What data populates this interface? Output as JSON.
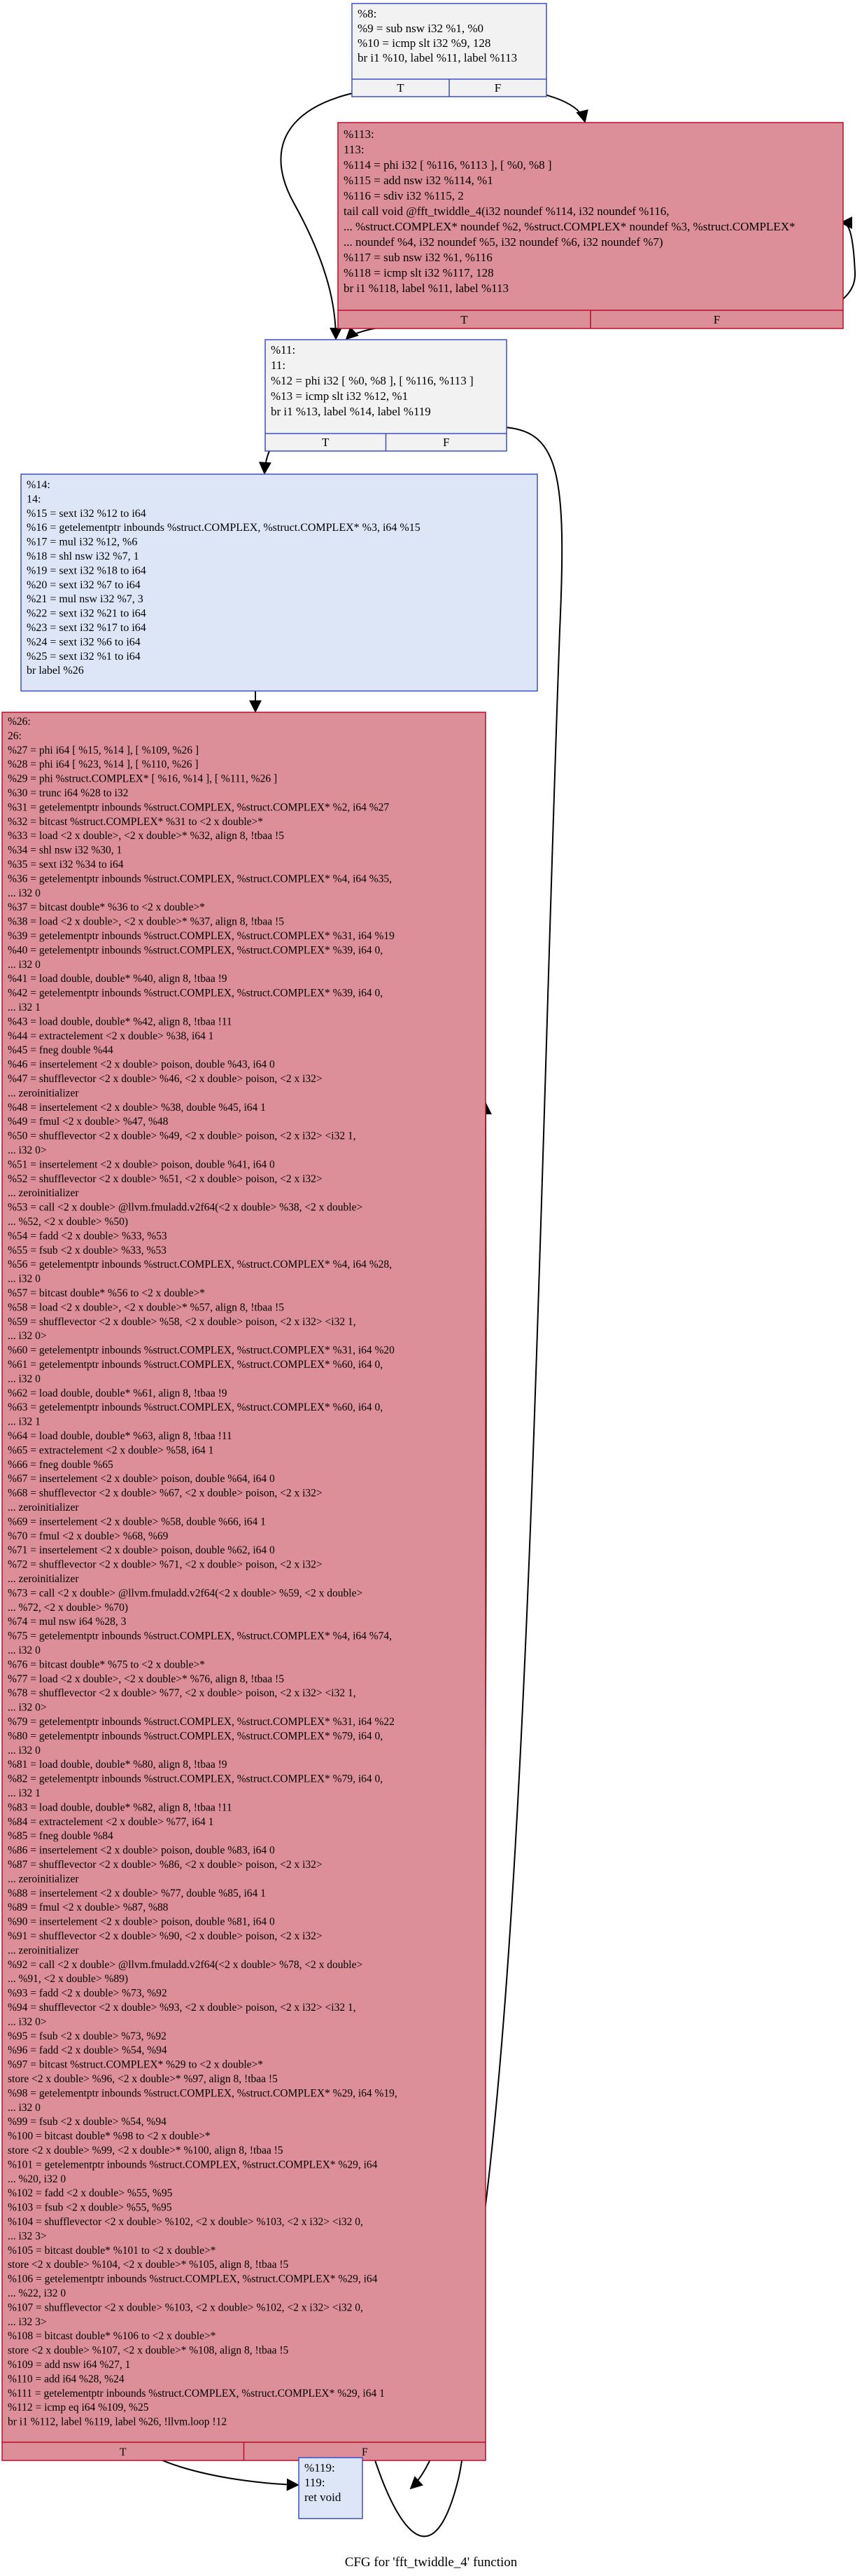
{
  "caption": "CFG for 'fft_twiddle_4' function",
  "colors": {
    "node_light": "#f2f2f2",
    "node_light_border": "#3d50c3",
    "node_blue": "#dde6f7",
    "node_blue_border": "#3d50c3",
    "node_red": "#dc8f99",
    "node_red_border": "#b70d28",
    "edge": "#000000"
  },
  "nodes": [
    {
      "id": "n8",
      "style": "light",
      "lines": [
        "%8:",
        "%9 = sub nsw i32 %1, %0",
        "%10 = icmp slt i32 %9, 128",
        "br i1 %10, label %11, label %113"
      ],
      "ports": [
        "T",
        "F"
      ]
    },
    {
      "id": "n113",
      "style": "red",
      "lines": [
        "%113:",
        "113:",
        "%114 = phi i32 [ %116, %113 ], [ %0, %8 ]",
        "%115 = add nsw i32 %114, %1",
        "%116 = sdiv i32 %115, 2",
        "tail call void @fft_twiddle_4(i32 noundef %114, i32 noundef %116,",
        "... %struct.COMPLEX* noundef %2, %struct.COMPLEX* noundef %3, %struct.COMPLEX*",
        "... noundef %4, i32 noundef %5, i32 noundef %6, i32 noundef %7)",
        "%117 = sub nsw i32 %1, %116",
        "%118 = icmp slt i32 %117, 128",
        "br i1 %118, label %11, label %113"
      ],
      "ports": [
        "T",
        "F"
      ]
    },
    {
      "id": "n11",
      "style": "light",
      "lines": [
        "%11:",
        "11:",
        "%12 = phi i32 [ %0, %8 ], [ %116, %113 ]",
        "%13 = icmp slt i32 %12, %1",
        "br i1 %13, label %14, label %119"
      ],
      "ports": [
        "T",
        "F"
      ]
    },
    {
      "id": "n14",
      "style": "blue",
      "lines": [
        "%14:",
        "14:",
        "%15 = sext i32 %12 to i64",
        "%16 = getelementptr inbounds %struct.COMPLEX, %struct.COMPLEX* %3, i64 %15",
        "%17 = mul i32 %12, %6",
        "%18 = shl nsw i32 %7, 1",
        "%19 = sext i32 %18 to i64",
        "%20 = sext i32 %7 to i64",
        "%21 = mul nsw i32 %7, 3",
        "%22 = sext i32 %21 to i64",
        "%23 = sext i32 %17 to i64",
        "%24 = sext i32 %6 to i64",
        "%25 = sext i32 %1 to i64",
        "br label %26"
      ],
      "ports": []
    },
    {
      "id": "n26",
      "style": "red",
      "lines": [
        "%26:",
        "26:",
        "%27 = phi i64 [ %15, %14 ], [ %109, %26 ]",
        "%28 = phi i64 [ %23, %14 ], [ %110, %26 ]",
        "%29 = phi %struct.COMPLEX* [ %16, %14 ], [ %111, %26 ]",
        "%30 = trunc i64 %28 to i32",
        "%31 = getelementptr inbounds %struct.COMPLEX, %struct.COMPLEX* %2, i64 %27",
        "%32 = bitcast %struct.COMPLEX* %31 to <2 x double>*",
        "%33 = load <2 x double>, <2 x double>* %32, align 8, !tbaa !5",
        "%34 = shl nsw i32 %30, 1",
        "%35 = sext i32 %34 to i64",
        "%36 = getelementptr inbounds %struct.COMPLEX, %struct.COMPLEX* %4, i64 %35,",
        "... i32 0",
        "%37 = bitcast double* %36 to <2 x double>*",
        "%38 = load <2 x double>, <2 x double>* %37, align 8, !tbaa !5",
        "%39 = getelementptr inbounds %struct.COMPLEX, %struct.COMPLEX* %31, i64 %19",
        "%40 = getelementptr inbounds %struct.COMPLEX, %struct.COMPLEX* %39, i64 0,",
        "... i32 0",
        "%41 = load double, double* %40, align 8, !tbaa !9",
        "%42 = getelementptr inbounds %struct.COMPLEX, %struct.COMPLEX* %39, i64 0,",
        "... i32 1",
        "%43 = load double, double* %42, align 8, !tbaa !11",
        "%44 = extractelement <2 x double> %38, i64 1",
        "%45 = fneg double %44",
        "%46 = insertelement <2 x double> poison, double %43, i64 0",
        "%47 = shufflevector <2 x double> %46, <2 x double> poison, <2 x i32>",
        "... zeroinitializer",
        "%48 = insertelement <2 x double> %38, double %45, i64 1",
        "%49 = fmul <2 x double> %47, %48",
        "%50 = shufflevector <2 x double> %49, <2 x double> poison, <2 x i32> <i32 1,",
        "... i32 0>",
        "%51 = insertelement <2 x double> poison, double %41, i64 0",
        "%52 = shufflevector <2 x double> %51, <2 x double> poison, <2 x i32>",
        "... zeroinitializer",
        "%53 = call <2 x double> @llvm.fmuladd.v2f64(<2 x double> %38, <2 x double>",
        "... %52, <2 x double> %50)",
        "%54 = fadd <2 x double> %33, %53",
        "%55 = fsub <2 x double> %33, %53",
        "%56 = getelementptr inbounds %struct.COMPLEX, %struct.COMPLEX* %4, i64 %28,",
        "... i32 0",
        "%57 = bitcast double* %56 to <2 x double>*",
        "%58 = load <2 x double>, <2 x double>* %57, align 8, !tbaa !5",
        "%59 = shufflevector <2 x double> %58, <2 x double> poison, <2 x i32> <i32 1,",
        "... i32 0>",
        "%60 = getelementptr inbounds %struct.COMPLEX, %struct.COMPLEX* %31, i64 %20",
        "%61 = getelementptr inbounds %struct.COMPLEX, %struct.COMPLEX* %60, i64 0,",
        "... i32 0",
        "%62 = load double, double* %61, align 8, !tbaa !9",
        "%63 = getelementptr inbounds %struct.COMPLEX, %struct.COMPLEX* %60, i64 0,",
        "... i32 1",
        "%64 = load double, double* %63, align 8, !tbaa !11",
        "%65 = extractelement <2 x double> %58, i64 1",
        "%66 = fneg double %65",
        "%67 = insertelement <2 x double> poison, double %64, i64 0",
        "%68 = shufflevector <2 x double> %67, <2 x double> poison, <2 x i32>",
        "... zeroinitializer",
        "%69 = insertelement <2 x double> %58, double %66, i64 1",
        "%70 = fmul <2 x double> %68, %69",
        "%71 = insertelement <2 x double> poison, double %62, i64 0",
        "%72 = shufflevector <2 x double> %71, <2 x double> poison, <2 x i32>",
        "... zeroinitializer",
        "%73 = call <2 x double> @llvm.fmuladd.v2f64(<2 x double> %59, <2 x double>",
        "... %72, <2 x double> %70)",
        "%74 = mul nsw i64 %28, 3",
        "%75 = getelementptr inbounds %struct.COMPLEX, %struct.COMPLEX* %4, i64 %74,",
        "... i32 0",
        "%76 = bitcast double* %75 to <2 x double>*",
        "%77 = load <2 x double>, <2 x double>* %76, align 8, !tbaa !5",
        "%78 = shufflevector <2 x double> %77, <2 x double> poison, <2 x i32> <i32 1,",
        "... i32 0>",
        "%79 = getelementptr inbounds %struct.COMPLEX, %struct.COMPLEX* %31, i64 %22",
        "%80 = getelementptr inbounds %struct.COMPLEX, %struct.COMPLEX* %79, i64 0,",
        "... i32 0",
        "%81 = load double, double* %80, align 8, !tbaa !9",
        "%82 = getelementptr inbounds %struct.COMPLEX, %struct.COMPLEX* %79, i64 0,",
        "... i32 1",
        "%83 = load double, double* %82, align 8, !tbaa !11",
        "%84 = extractelement <2 x double> %77, i64 1",
        "%85 = fneg double %84",
        "%86 = insertelement <2 x double> poison, double %83, i64 0",
        "%87 = shufflevector <2 x double> %86, <2 x double> poison, <2 x i32>",
        "... zeroinitializer",
        "%88 = insertelement <2 x double> %77, double %85, i64 1",
        "%89 = fmul <2 x double> %87, %88",
        "%90 = insertelement <2 x double> poison, double %81, i64 0",
        "%91 = shufflevector <2 x double> %90, <2 x double> poison, <2 x i32>",
        "... zeroinitializer",
        "%92 = call <2 x double> @llvm.fmuladd.v2f64(<2 x double> %78, <2 x double>",
        "... %91, <2 x double> %89)",
        "%93 = fadd <2 x double> %73, %92",
        "%94 = shufflevector <2 x double> %93, <2 x double> poison, <2 x i32> <i32 1,",
        "... i32 0>",
        "%95 = fsub <2 x double> %73, %92",
        "%96 = fadd <2 x double> %54, %94",
        "%97 = bitcast %struct.COMPLEX* %29 to <2 x double>*",
        "store <2 x double> %96, <2 x double>* %97, align 8, !tbaa !5",
        "%98 = getelementptr inbounds %struct.COMPLEX, %struct.COMPLEX* %29, i64 %19,",
        "... i32 0",
        "%99 = fsub <2 x double> %54, %94",
        "%100 = bitcast double* %98 to <2 x double>*",
        "store <2 x double> %99, <2 x double>* %100, align 8, !tbaa !5",
        "%101 = getelementptr inbounds %struct.COMPLEX, %struct.COMPLEX* %29, i64",
        "... %20, i32 0",
        "%102 = fadd <2 x double> %55, %95",
        "%103 = fsub <2 x double> %55, %95",
        "%104 = shufflevector <2 x double> %102, <2 x double> %103, <2 x i32> <i32 0,",
        "... i32 3>",
        "%105 = bitcast double* %101 to <2 x double>*",
        "store <2 x double> %104, <2 x double>* %105, align 8, !tbaa !5",
        "%106 = getelementptr inbounds %struct.COMPLEX, %struct.COMPLEX* %29, i64",
        "... %22, i32 0",
        "%107 = shufflevector <2 x double> %103, <2 x double> %102, <2 x i32> <i32 0,",
        "... i32 3>",
        "%108 = bitcast double* %106 to <2 x double>*",
        "store <2 x double> %107, <2 x double>* %108, align 8, !tbaa !5",
        "%109 = add nsw i64 %27, 1",
        "%110 = add i64 %28, %24",
        "%111 = getelementptr inbounds %struct.COMPLEX, %struct.COMPLEX* %29, i64 1",
        "%112 = icmp eq i64 %109, %25",
        "br i1 %112, label %119, label %26, !llvm.loop !12"
      ],
      "ports": [
        "T",
        "F"
      ]
    },
    {
      "id": "n119",
      "style": "blue",
      "lines": [
        "%119:",
        "119:",
        "ret void"
      ],
      "ports": []
    }
  ]
}
